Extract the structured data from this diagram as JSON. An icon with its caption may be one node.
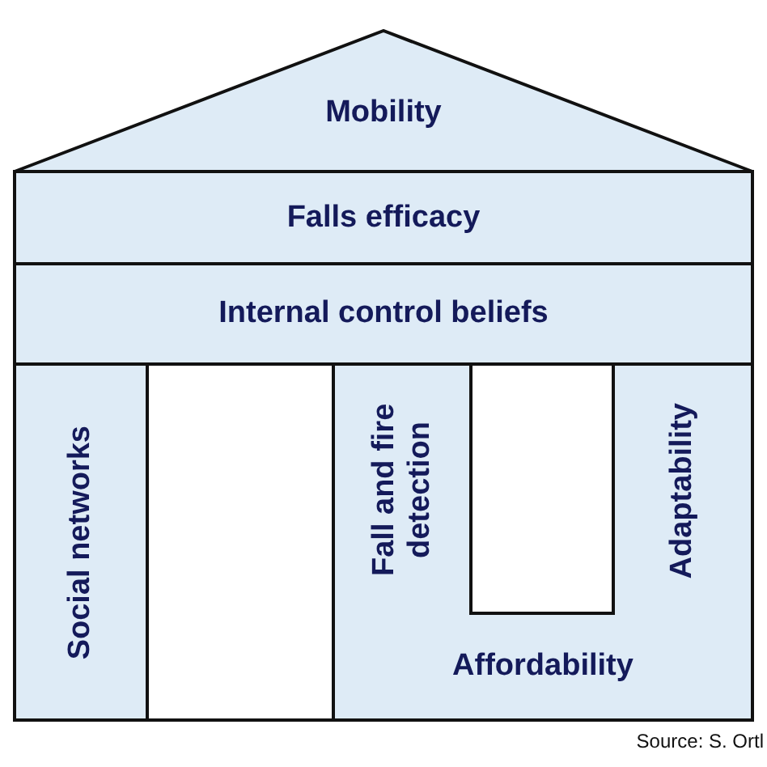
{
  "diagram": {
    "nodes": [
      {
        "text": [
          "Mobility"
        ]
      },
      {
        "text": [
          "Falls efficacy"
        ]
      },
      {
        "text": [
          "Internal control beliefs"
        ]
      },
      {
        "text": [
          "Social networks"
        ]
      },
      {
        "text": [
          "Fall and fire detection"
        ]
      },
      {
        "text": [
          "Adaptability"
        ]
      },
      {
        "text": [
          "Affordability"
        ]
      },
      {
        "text": [],
        "shape": "box"
      },
      {
        "text": [],
        "shape": "box"
      }
    ],
    "labels": [
      "Source: S. Ortl"
    ]
  }
}
